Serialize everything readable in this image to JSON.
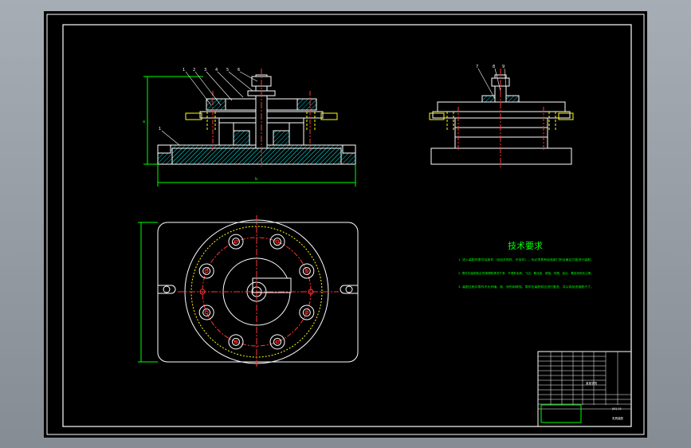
{
  "drawing": {
    "tech_heading": "技术要求",
    "tech_notes": [
      "1. 进入装配的零件及部件（包括外购件、外协件），均必须具有检验部门的合格证方能进行装配。",
      "2. 零件在装配前必须清理和清洗干净，不得有毛刺、飞边、氧化皮、锈蚀、切屑、油污、着色剂和灰尘等。",
      "3. 装配过程中零件不允许磕、碰、划伤和锈蚀。零件在装配前应进行复查，并认真检查相配尺寸。"
    ],
    "callouts_front": [
      "1",
      "2",
      "3",
      "4",
      "5",
      "6"
    ],
    "callouts_side": [
      "7",
      "8",
      "9"
    ],
    "callout_base": "1",
    "dim_width": "b",
    "dim_height": "a",
    "title_block": {
      "drawing_number": "JXQ-01",
      "drawing_name": "夹具装配",
      "company": "某某学院"
    }
  },
  "colors": {
    "background": "#000000",
    "outline": "#ffffff",
    "dimension": "#00ff00",
    "centerline": "#ff3333",
    "hidden": "#ffff00",
    "hatch": "#00cccc",
    "text": "#00ff00"
  }
}
